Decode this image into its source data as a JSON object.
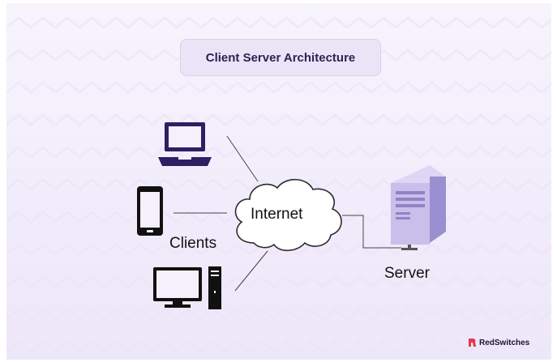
{
  "title": "Client Server Architecture",
  "labels": {
    "clients": "Clients",
    "internet": "Internet",
    "server": "Server"
  },
  "brand": {
    "name": "RedSwitches",
    "icon": "redswitches-logo-icon",
    "accent": "#e8374b"
  },
  "icons": [
    "laptop-icon",
    "smartphone-icon",
    "desktop-computer-icon",
    "cloud-icon",
    "server-tower-icon"
  ],
  "colors": {
    "background": "#f3eefc",
    "title_box": "#ebe4f7",
    "title_text": "#2f2153",
    "device_fill": "#111111",
    "laptop_fill": "#2d1f63",
    "server_body": "#c9bfea",
    "server_side": "#9a8fd0",
    "cloud_fill": "#ffffff",
    "cloud_stroke": "#2b2b2b"
  }
}
